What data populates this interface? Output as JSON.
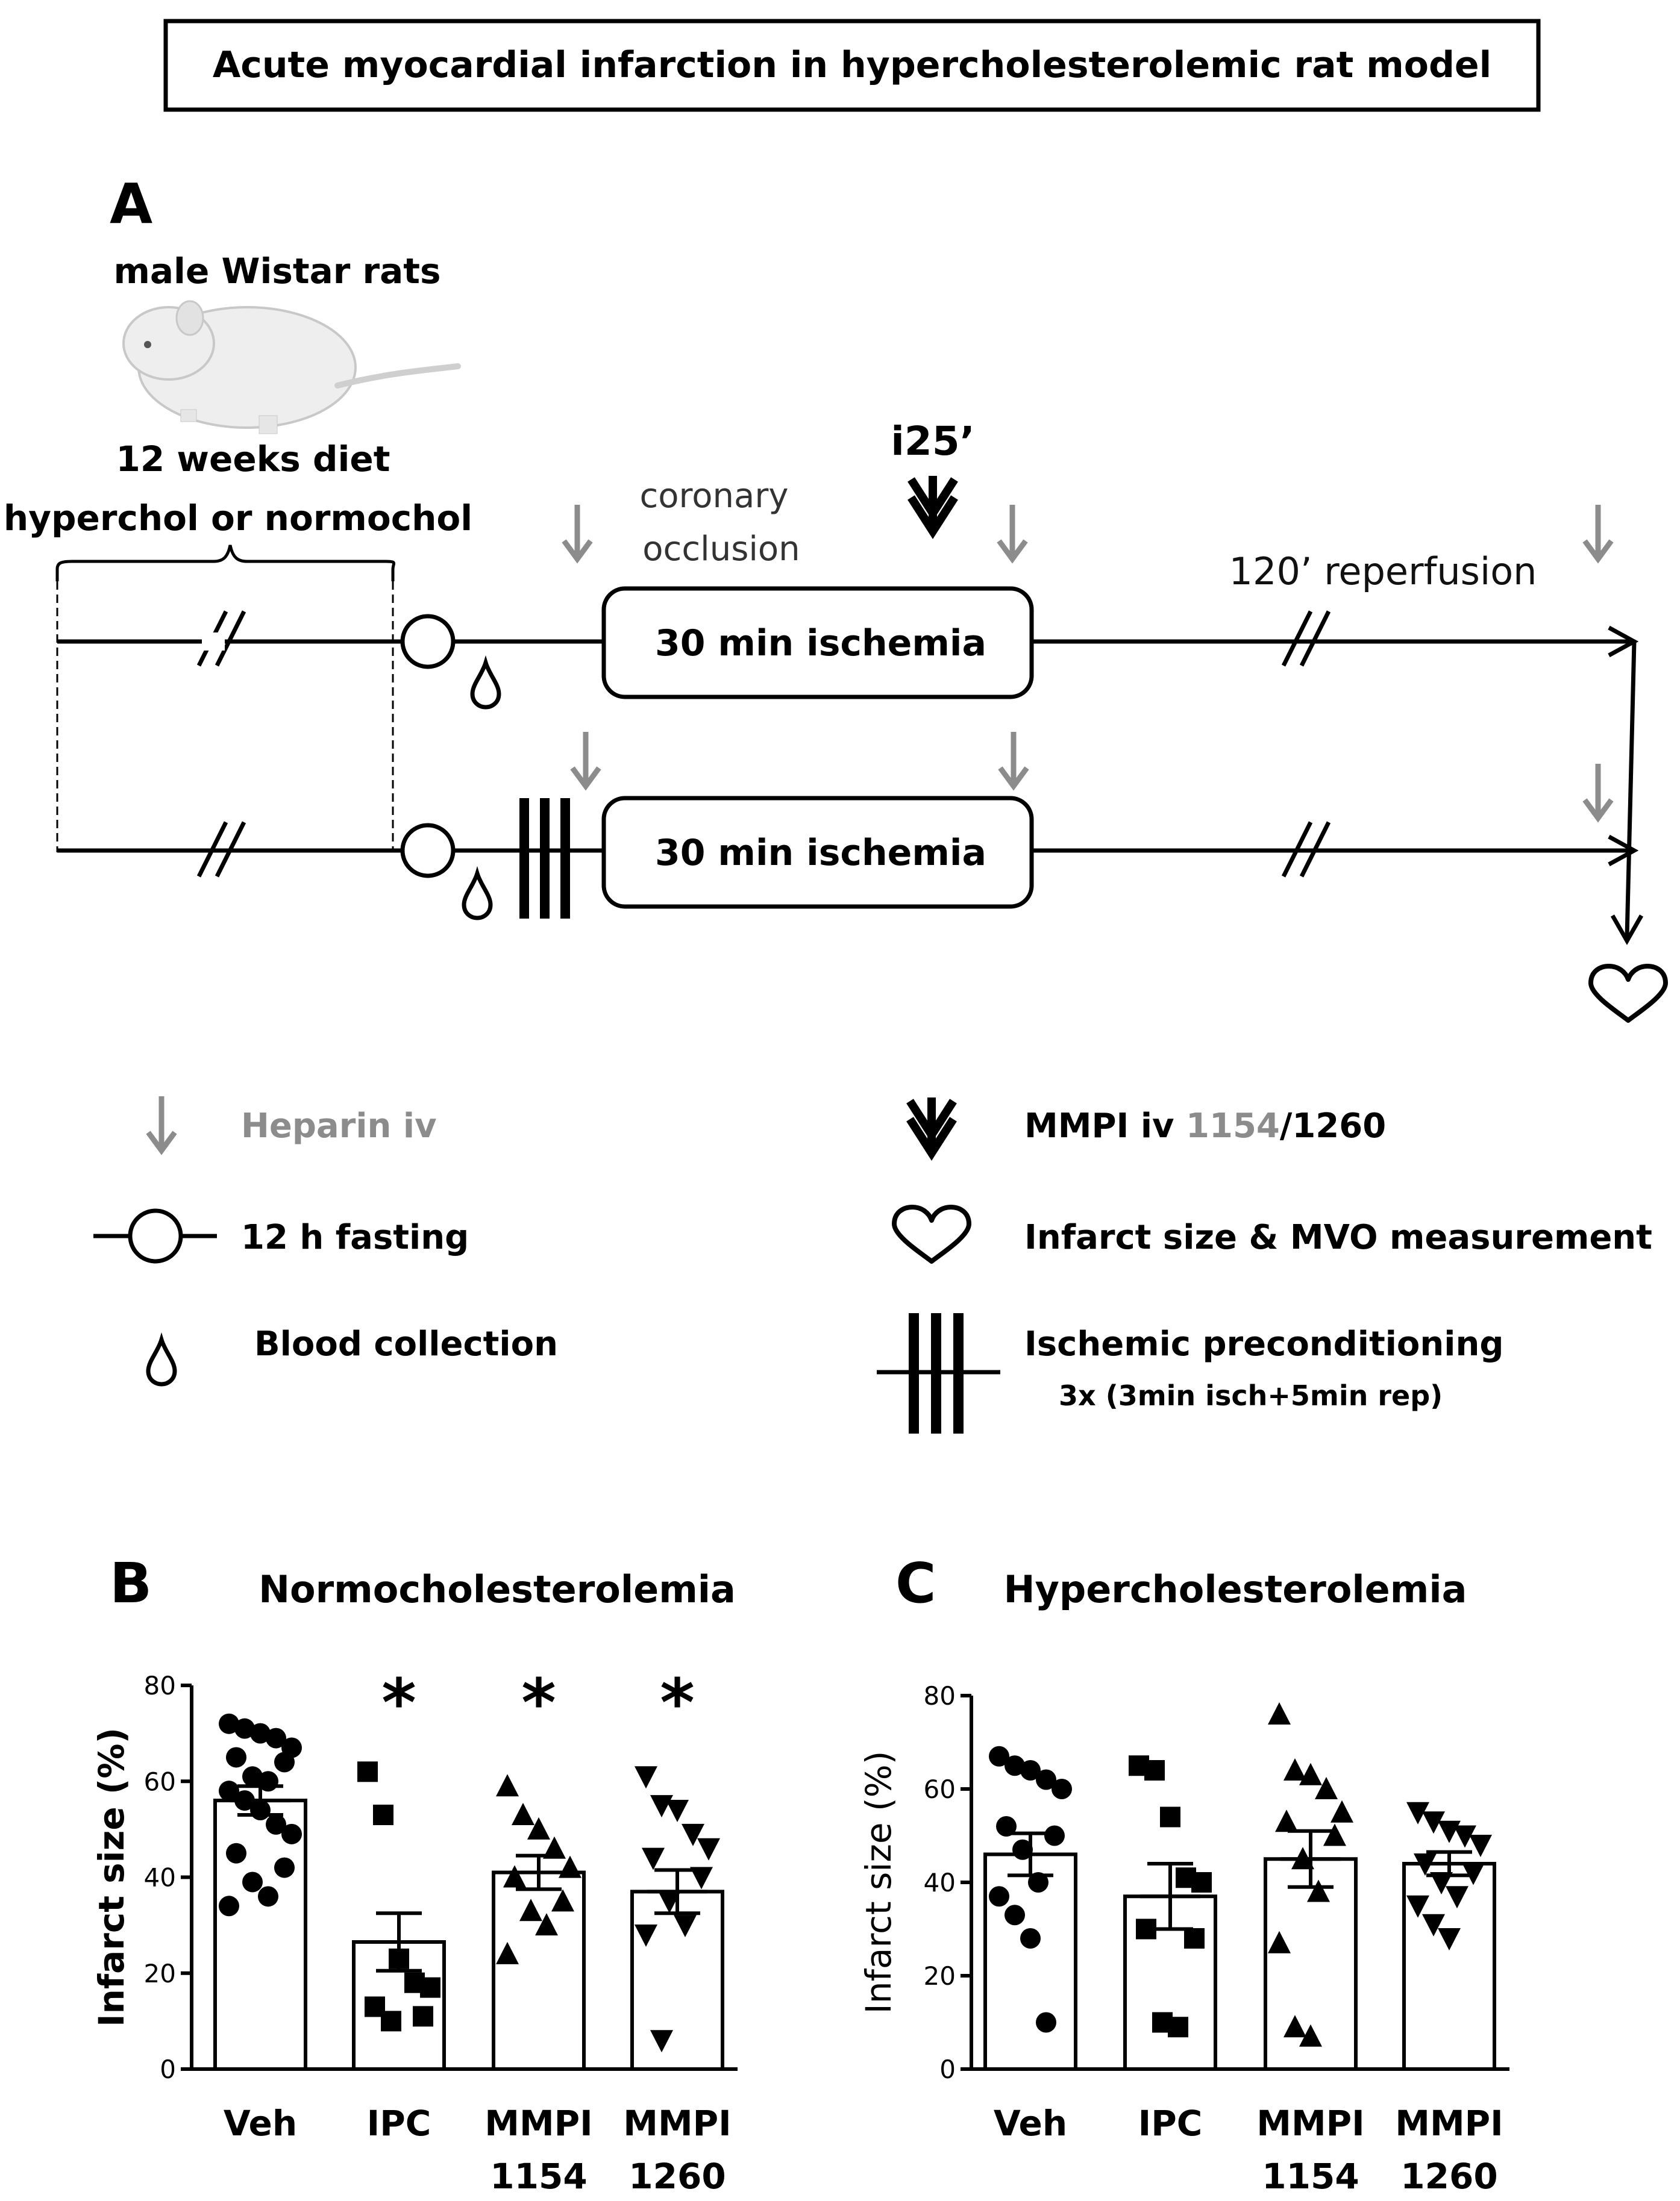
{
  "title": "Acute myocardial infarction in hypercholesterolemic rat model",
  "panel_a": {
    "letter": "A",
    "animal_label": "male Wistar rats",
    "diet_line1": "12 weeks diet",
    "diet_line2": "hyperchol or normochol",
    "i25_label": "i25’",
    "coronary_line1": "coronary",
    "coronary_line2": "occlusion",
    "ischemia_label_top": "30 min ischemia",
    "ischemia_label_bottom": "30 min ischemia",
    "reperfusion_label": "120’ reperfusion"
  },
  "legend": {
    "heparin": "Heparin iv",
    "fasting": "12 h fasting",
    "blood": "Blood collection",
    "mmpi_prefix": "MMPI iv ",
    "mmpi_1154": "1154",
    "mmpi_slash": "/",
    "mmpi_1260": "1260",
    "infarct": "Infarct size & MVO measurement",
    "ipc_line1": "Ischemic preconditioning",
    "ipc_line2": "3x (3min isch+5min rep)"
  },
  "colors": {
    "gray": "#8c8c8c",
    "black": "#000000"
  },
  "chart_data": [
    {
      "panel": "B",
      "type": "bar",
      "title": "Normocholesterolemia",
      "ylabel": "Infarct size (%)",
      "ylim": [
        0,
        80
      ],
      "yticks": [
        "0",
        "20",
        "40",
        "60",
        "80"
      ],
      "categories": [
        [
          "Veh"
        ],
        [
          "IPC"
        ],
        [
          "MMPI",
          "1154"
        ],
        [
          "MMPI",
          "1260"
        ]
      ],
      "means": [
        56,
        26.5,
        41,
        37
      ],
      "sem": [
        3,
        6,
        3.5,
        4.5
      ],
      "significance": [
        "",
        "*",
        "*",
        "*"
      ],
      "markers": [
        "circle",
        "square",
        "triangle",
        "triangle-down"
      ],
      "points": [
        [
          72,
          71,
          70,
          69,
          67,
          65,
          64,
          61,
          60,
          58,
          56,
          54,
          51,
          49,
          45,
          42,
          39,
          36,
          34
        ],
        [
          62,
          53,
          23,
          18,
          17,
          13,
          11,
          10
        ],
        [
          59,
          53,
          50,
          46,
          42,
          40,
          35,
          33,
          30,
          24
        ],
        [
          61,
          55,
          54,
          49,
          46,
          44,
          40,
          35,
          30,
          28,
          6
        ]
      ]
    },
    {
      "panel": "C",
      "type": "bar",
      "title": "Hypercholesterolemia",
      "ylabel": "Infarct size (%)",
      "ylim": [
        0,
        80
      ],
      "yticks": [
        "0",
        "20",
        "40",
        "60",
        "80"
      ],
      "categories": [
        [
          "Veh"
        ],
        [
          "IPC"
        ],
        [
          "MMPI",
          "1154"
        ],
        [
          "MMPI",
          "1260"
        ]
      ],
      "means": [
        46,
        37,
        45,
        44
      ],
      "sem": [
        4.5,
        7,
        6,
        2.5
      ],
      "significance": [
        "",
        "",
        "",
        ""
      ],
      "markers": [
        "circle",
        "square",
        "triangle",
        "triangle-down"
      ],
      "points": [
        [
          67,
          65,
          64,
          62,
          60,
          52,
          50,
          47,
          40,
          37,
          33,
          28,
          10
        ],
        [
          65,
          64,
          54,
          41,
          40,
          30,
          28,
          10,
          9
        ],
        [
          76,
          64,
          63,
          60,
          55,
          53,
          50,
          45,
          38,
          27,
          9,
          7
        ],
        [
          55,
          53,
          51,
          50,
          48,
          44,
          42,
          40,
          37,
          35,
          31,
          28
        ]
      ]
    }
  ]
}
